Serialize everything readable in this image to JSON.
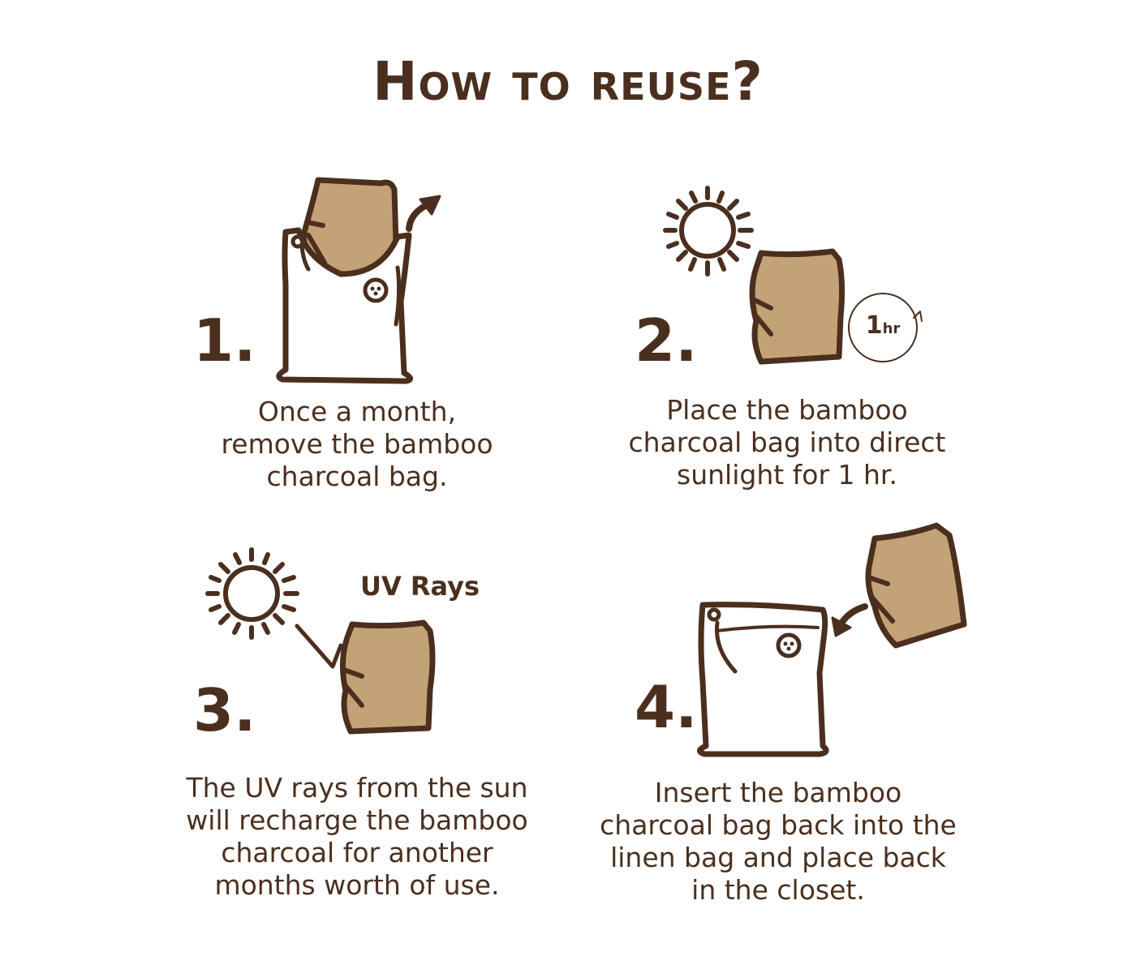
{
  "title": "How to reuse?",
  "steps": [
    {
      "number": "1.",
      "lines": [
        "Once a month,",
        "remove the bamboo",
        "charcoal bag."
      ]
    },
    {
      "number": "2.",
      "lines": [
        "Place the bamboo",
        "charcoal bag into direct",
        "sunlight for 1 hr."
      ],
      "badge_number": "1",
      "badge_unit": "hr"
    },
    {
      "number": "3.",
      "lines": [
        "The UV rays from the sun",
        "will recharge the bamboo",
        "charcoal for another",
        "months worth of use."
      ],
      "uv_label": "UV Rays"
    },
    {
      "number": "4.",
      "lines": [
        "Insert the bamboo",
        "charcoal bag back into the",
        "linen bag and place back",
        "in the closet."
      ]
    }
  ],
  "colors": {
    "ink": "#4b2f1e",
    "charcoal_bag": "#c4a277",
    "background": "#ffffff"
  }
}
